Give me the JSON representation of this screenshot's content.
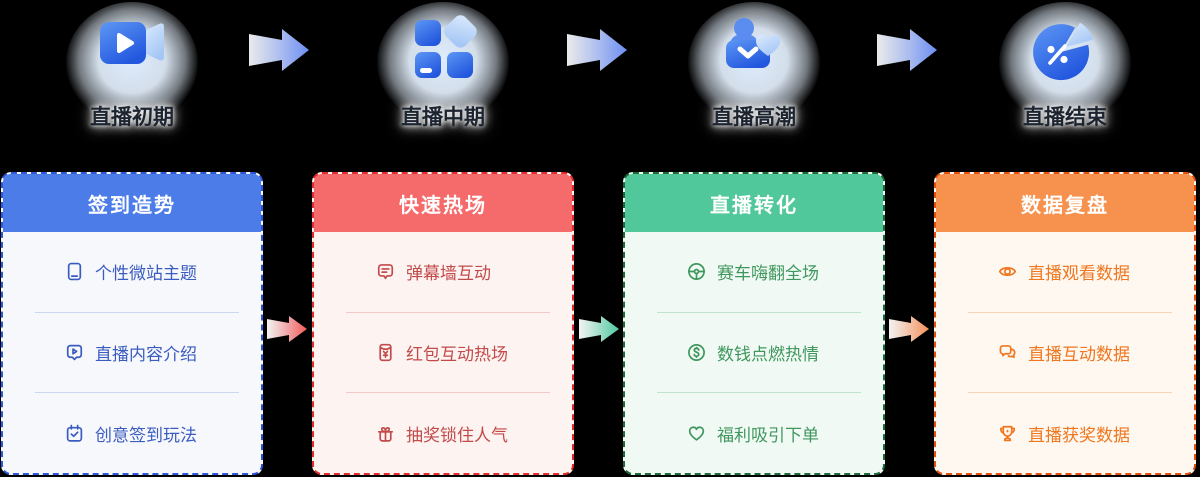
{
  "background_color": "#000000",
  "timeline": {
    "stages": [
      {
        "label": "直播初期",
        "icon": "video-camera-icon"
      },
      {
        "label": "直播中期",
        "icon": "app-grid-icon"
      },
      {
        "label": "直播高潮",
        "icon": "heart-inbox-icon"
      },
      {
        "label": "直播结束",
        "icon": "pie-chart-icon"
      }
    ]
  },
  "connectors": {
    "stage_arrow_color": "#6C8EF2",
    "card_arrow_colors": [
      "#F25B5B",
      "#4FC9A0",
      "#F5905A"
    ]
  },
  "cards": [
    {
      "title": "签到造势",
      "colors": {
        "header": "#4C7CE8",
        "border": "#2B57D9",
        "body": "#F7F8FC",
        "text": "#3A5CC0",
        "separator": "#C9D7F0"
      },
      "items": [
        {
          "icon": "phone-icon",
          "label": "个性微站主题"
        },
        {
          "icon": "video-bubble-icon",
          "label": "直播内容介绍"
        },
        {
          "icon": "calendar-check-icon",
          "label": "创意签到玩法"
        }
      ]
    },
    {
      "title": "快速热场",
      "colors": {
        "header": "#F56A6A",
        "border": "#E42A2A",
        "body": "#FDF4F2",
        "text": "#C34A4A",
        "separator": "#F3C9C4"
      },
      "items": [
        {
          "icon": "danmaku-bubble-icon",
          "label": "弹幕墙互动"
        },
        {
          "icon": "red-envelope-icon",
          "label": "红包互动热场"
        },
        {
          "icon": "gift-icon",
          "label": "抽奖锁住人气"
        }
      ]
    },
    {
      "title": "直播转化",
      "colors": {
        "header": "#50C89B",
        "border": "#1B6B38",
        "body": "#F1F9F4",
        "text": "#3F975D",
        "separator": "#BFE3CC"
      },
      "items": [
        {
          "icon": "steering-wheel-icon",
          "label": "赛车嗨翻全场"
        },
        {
          "icon": "coin-icon",
          "label": "数钱点燃热情"
        },
        {
          "icon": "heart-icon",
          "label": "福利吸引下单"
        }
      ]
    },
    {
      "title": "数据复盘",
      "colors": {
        "header": "#F6924D",
        "border": "#E5500F",
        "body": "#FEF8F0",
        "text": "#F0761F",
        "separator": "#F7D4B5"
      },
      "items": [
        {
          "icon": "eye-icon",
          "label": "直播观看数据"
        },
        {
          "icon": "chat-bubbles-icon",
          "label": "直播互动数据"
        },
        {
          "icon": "trophy-icon",
          "label": "直播获奖数据"
        }
      ]
    }
  ]
}
